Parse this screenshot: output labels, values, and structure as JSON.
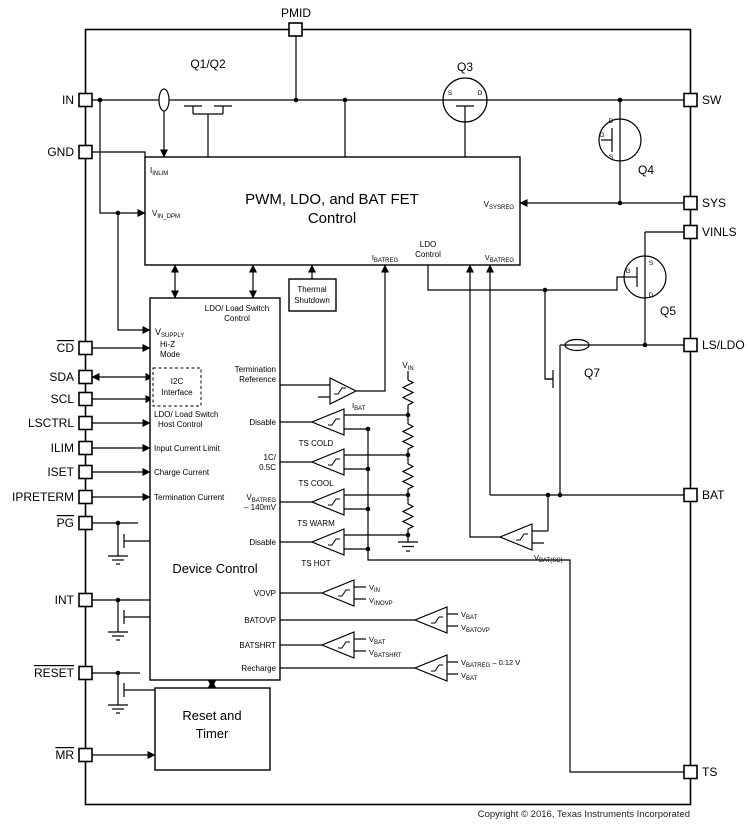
{
  "copyright": "Copyright © 2016, Texas Instruments Incorporated",
  "pins": {
    "pmid": "PMID",
    "in": "IN",
    "gnd": "GND",
    "cd": "CD",
    "sda": "SDA",
    "scl": "SCL",
    "lsctrl": "LSCTRL",
    "ilim": "ILIM",
    "iset": "ISET",
    "ipreterm": "IPRETERM",
    "pg": "PG",
    "int": "INT",
    "reset": "RESET",
    "mr": "MR",
    "sw": "SW",
    "sys": "SYS",
    "vinls": "VINLS",
    "lsldo": "LS/LDO",
    "bat": "BAT",
    "ts": "TS"
  },
  "blocks": {
    "pwm": {
      "line1": "PWM, LDO, and BAT FET",
      "line2": "Control"
    },
    "thermal": {
      "line1": "Thermal",
      "line2": "Shutdown"
    },
    "device": {
      "title": "Device Control"
    },
    "i2c": {
      "line1": "I2C",
      "line2": "Interface"
    },
    "reset_timer": {
      "line1": "Reset and",
      "line2": "Timer"
    }
  },
  "signals": {
    "iinlim": {
      "pre": "I",
      "sub": "INLIM"
    },
    "vindpm": {
      "pre": "V",
      "sub": "IN_DPM"
    },
    "vsysreg": {
      "pre": "V",
      "sub": "SYSREG"
    },
    "ibatreg": {
      "pre": "I",
      "sub": "BATREG"
    },
    "vbatreg": {
      "pre": "V",
      "sub": "BATREG"
    },
    "ldo_control": {
      "line1": "LDO",
      "line2": "Control"
    },
    "vsupply": {
      "pre": "V",
      "sub": "SUPPLY"
    },
    "hiz": {
      "line1": "Hi-Z",
      "line2": "Mode"
    },
    "host_control": {
      "line1": "LDO/ Load Switch",
      "line2": "Host Control"
    },
    "input_current_limit": "Input Current Limit",
    "charge_current": "Charge Current",
    "termination_current": "Termination Current",
    "ls_control": {
      "line1": "LDO/ Load Switch",
      "line2": "Control"
    },
    "term_ref": {
      "line1": "Termination",
      "line2": "Reference"
    },
    "disable": "Disable",
    "c_rate": {
      "line1": "1C/",
      "line2": "0.5C"
    },
    "vbatreg140": {
      "pre": "V",
      "sub": "BATREG",
      "line2": "– 140mV"
    },
    "vovp": "VOVP",
    "batovp": "BATOVP",
    "batshrt": "BATSHRT",
    "recharge": "Recharge",
    "ts_cold": "TS COLD",
    "ts_cool": "TS COOL",
    "ts_warm": "TS WARM",
    "ts_hot": "TS HOT",
    "vin": {
      "pre": "V",
      "sub": "IN"
    },
    "ibat": {
      "pre": "I",
      "sub": "BAT"
    },
    "vinovp": {
      "pre": "V",
      "sub": "INOVP"
    },
    "vbat": {
      "pre": "V",
      "sub": "BAT"
    },
    "vbatovp": {
      "pre": "V",
      "sub": "BATOVP"
    },
    "vbatshrt": {
      "pre": "V",
      "sub": "BATSHRT"
    },
    "vrech": {
      "pre": "V",
      "sub": "BATREG",
      "post": " – 0.12 V"
    },
    "vbatsc": {
      "pre": "V",
      "sub": "BAT(SC)"
    }
  },
  "transistors": {
    "q12": "Q1/Q2",
    "q3": "Q3",
    "q4": "Q4",
    "q5": "Q5",
    "q7": "Q7",
    "s": "S",
    "g": "G",
    "d": "D"
  }
}
